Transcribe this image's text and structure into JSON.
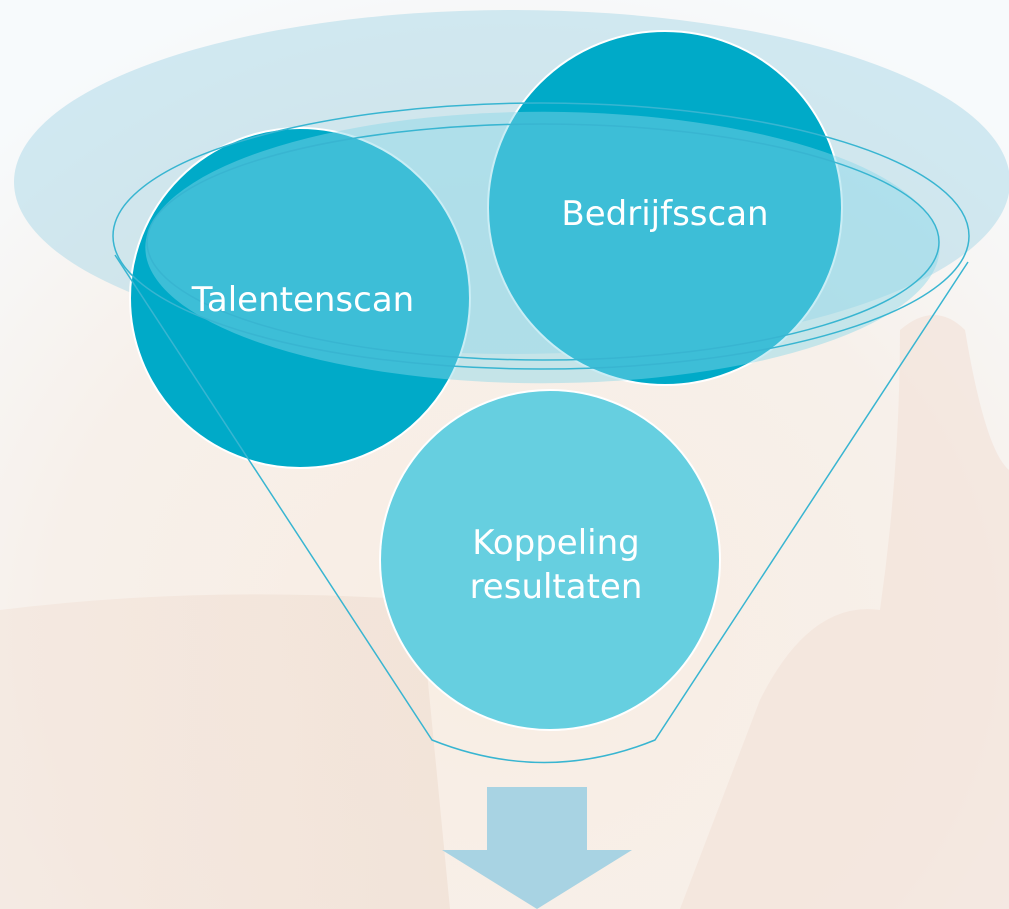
{
  "circles": {
    "talentenscan": {
      "label": "Talentenscan"
    },
    "bedrijfsscan": {
      "label": "Bedrijfsscan"
    },
    "koppeling": {
      "line1": "Koppeling",
      "line2": "resultaten"
    }
  },
  "colors": {
    "dark_circle": "#00aac8",
    "light_circle": "#66cfe0",
    "funnel_rim": "#a9d8e8",
    "funnel_line": "#38b5d1",
    "arrow": "#a8d3e3",
    "background_skin": "#f6eadf"
  }
}
